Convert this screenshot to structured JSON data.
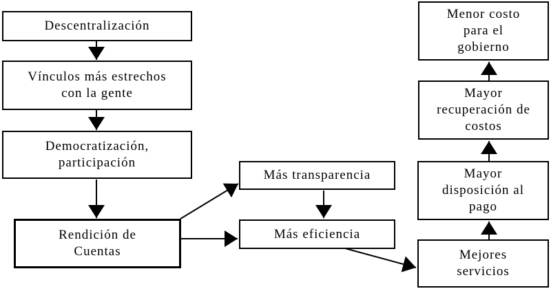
{
  "diagram": {
    "title": "",
    "background_color": "#ffffff",
    "line_color": "#000000",
    "box_fill_color": "#ffffff",
    "boxes": [
      {
        "id": "descentralizacion",
        "label": "Descentralización"
      },
      {
        "id": "vinculos",
        "label": "Vínculos más estrechos\ncon la gente"
      },
      {
        "id": "democratizacion",
        "label": "Democratización,\nparticipación"
      },
      {
        "id": "rendicion",
        "label": "Rendición de\nCuentas"
      },
      {
        "id": "transparencia",
        "label": "Más transparencia"
      },
      {
        "id": "eficiencia",
        "label": "Más eficiencia"
      },
      {
        "id": "menor_costo",
        "label": "Menor costo\npara el\ngobierno"
      },
      {
        "id": "recuperacion",
        "label": "Mayor\nrecuperación de\ncostos"
      },
      {
        "id": "disposicion",
        "label": "Mayor\ndisposición al\npago"
      },
      {
        "id": "mejores_servicios",
        "label": "Mejores\nservicios"
      }
    ],
    "connections": [
      {
        "from": "descentralizacion",
        "to": "vinculos"
      },
      {
        "from": "vinculos",
        "to": "democratizacion"
      },
      {
        "from": "democratizacion",
        "to": "rendicion"
      },
      {
        "from": "rendicion",
        "to": "transparencia"
      },
      {
        "from": "rendicion",
        "to": "eficiencia"
      },
      {
        "from": "transparencia",
        "to": "eficiencia"
      },
      {
        "from": "eficiencia",
        "to": "mejores_servicios"
      },
      {
        "from": "mejores_servicios",
        "to": "disposicion"
      },
      {
        "from": "disposicion",
        "to": "recuperacion"
      },
      {
        "from": "recuperacion",
        "to": "menor_costo"
      }
    ]
  }
}
